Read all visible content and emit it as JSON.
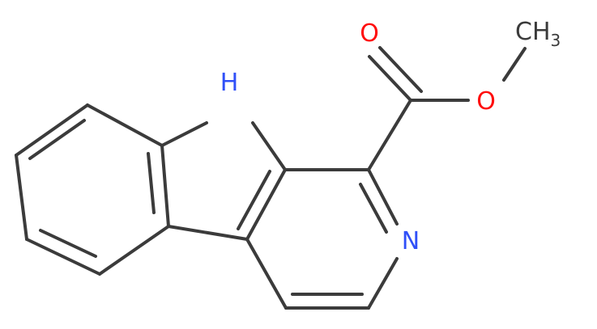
{
  "molecule": {
    "atoms": {
      "carbonyl_o": {
        "symbol": "O",
        "color": "#ff0d0d"
      },
      "ester_o": {
        "symbol": "O",
        "color": "#ff0d0d"
      },
      "methyl": {
        "symbol": "CH",
        "subscript": "3",
        "color": "#3b3b3b"
      },
      "indole_nh": {
        "symbol": "H",
        "color": "#3050f8"
      },
      "pyridine_n": {
        "symbol": "N",
        "color": "#3050f8"
      }
    },
    "bond_color": "#3b3b3b"
  }
}
